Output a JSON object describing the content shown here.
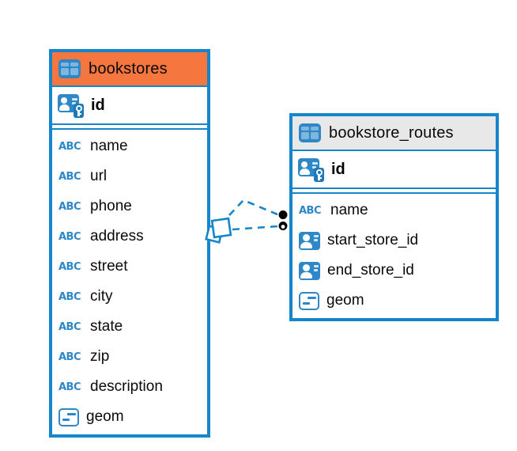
{
  "colors": {
    "accent_blue": "#1486C9",
    "icon_blue": "#2E87C7",
    "icon_blue_light": "#7FB6DE",
    "bookstores_header_orange": "#F5763E",
    "routes_header_gray": "#E8E8E8",
    "text_black": "#0A0A0A"
  },
  "icons": {
    "text_type_glyph": "ABC"
  },
  "tables": [
    {
      "name": "bookstores",
      "primary_key": {
        "name": "id"
      },
      "columns": [
        {
          "name": "name",
          "type": "text"
        },
        {
          "name": "url",
          "type": "text"
        },
        {
          "name": "phone",
          "type": "text"
        },
        {
          "name": "address",
          "type": "text"
        },
        {
          "name": "street",
          "type": "text"
        },
        {
          "name": "city",
          "type": "text"
        },
        {
          "name": "state",
          "type": "text"
        },
        {
          "name": "zip",
          "type": "text"
        },
        {
          "name": "description",
          "type": "text"
        },
        {
          "name": "geom",
          "type": "geometry"
        }
      ]
    },
    {
      "name": "bookstore_routes",
      "primary_key": {
        "name": "id"
      },
      "columns": [
        {
          "name": "name",
          "type": "text"
        },
        {
          "name": "start_store_id",
          "type": "foreign_key"
        },
        {
          "name": "end_store_id",
          "type": "foreign_key"
        },
        {
          "name": "geom",
          "type": "geometry"
        }
      ]
    }
  ],
  "relationship": {
    "from_table": "bookstores",
    "to_table": "bookstore_routes",
    "line_style": "dashed",
    "line_count": 2
  }
}
